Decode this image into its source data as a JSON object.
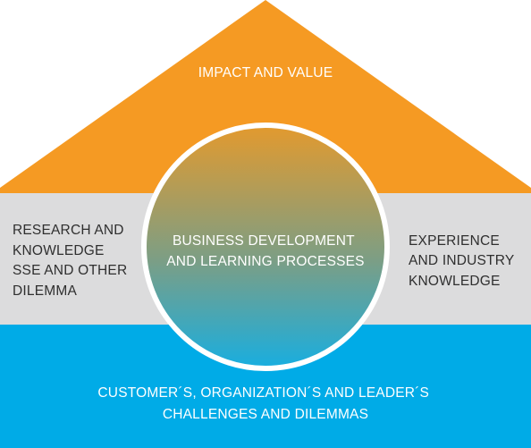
{
  "diagram": {
    "roof_text": "IMPACT AND VALUE",
    "left_pillar": [
      "RESEARCH AND",
      "KNOWLEDGE",
      "SSE AND OTHER",
      "DILEMMA"
    ],
    "right_pillar": [
      "EXPERIENCE",
      "AND INDUSTRY",
      "KNOWLEDGE"
    ],
    "center_circle": [
      "BUSINESS DEVELOPMENT",
      "AND LEARNING PROCESSES"
    ],
    "foundation": [
      "CUSTOMER´S, ORGANIZATION´S  AND LEADER´S",
      "CHALLENGES AND DILEMMAS"
    ]
  },
  "colors": {
    "roof": "#f59a23",
    "middle_band": "#dcdcdd",
    "foundation": "#00abe7",
    "circle_top": "#e39a2e",
    "circle_mid": "#7d9e84",
    "circle_bottom": "#18aee0",
    "dark_text": "#2f2f2f",
    "light_text": "#ffffff"
  }
}
